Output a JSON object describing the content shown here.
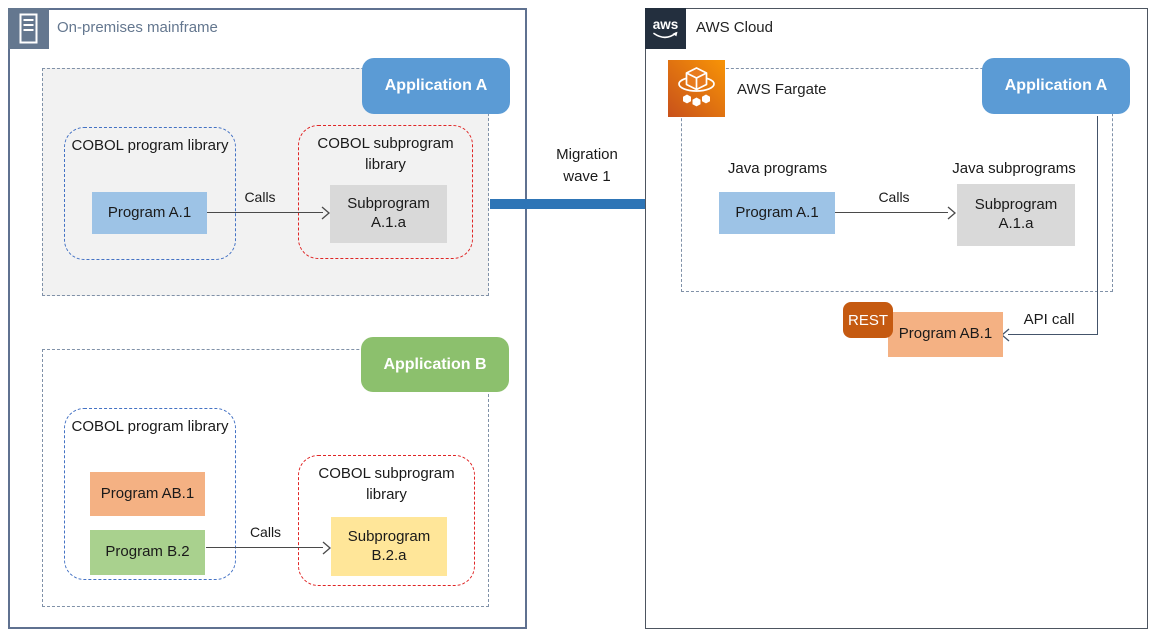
{
  "onprem": {
    "title": "On-premises mainframe",
    "app_a": {
      "badge": "Application A",
      "program_library_label": "COBOL program library",
      "program": "Program A.1",
      "calls_label": "Calls",
      "subprogram_library_label": "COBOL subprogram library",
      "subprogram": "Subprogram A.1.a"
    },
    "app_b": {
      "badge": "Application B",
      "program_library_label": "COBOL program library",
      "program_1": "Program AB.1",
      "program_2": "Program B.2",
      "calls_label": "Calls",
      "subprogram_library_label": "COBOL subprogram library",
      "subprogram": "Subprogram B.2.a"
    }
  },
  "migration": {
    "label": "Migration wave 1"
  },
  "aws": {
    "logo_text": "aws",
    "title": "AWS Cloud",
    "fargate_label": "AWS Fargate",
    "app_a": {
      "badge": "Application A",
      "programs_label": "Java programs",
      "program": "Program A.1",
      "calls_label": "Calls",
      "subprograms_label": "Java subprograms",
      "subprogram": "Subprogram A.1.a"
    },
    "rest_badge": "REST",
    "program_ab1": "Program AB.1",
    "api_call_label": "API call"
  },
  "colors": {
    "app_badge_blue": "#5B9BD5",
    "app_badge_green": "#8CC06D",
    "program_blue": "#9DC3E6",
    "subprogram_gray": "#D9D9D9",
    "program_orange": "#F4B183",
    "program_green": "#A9D18E",
    "subprogram_yellow": "#FFE699",
    "rest_badge_orange": "#C55A11",
    "migration_arrow_blue": "#2E75B6",
    "onprem_icon_slate": "#64778F",
    "onprem_border": "#5F7190",
    "aws_dark_navy": "#232F3E",
    "fargate_orange_dark": "#C8511B",
    "fargate_orange_light": "#F89406",
    "library_border_blue": "#4472C4",
    "library_border_red": "#DF2525",
    "dashed_region_border": "#8091A8"
  }
}
